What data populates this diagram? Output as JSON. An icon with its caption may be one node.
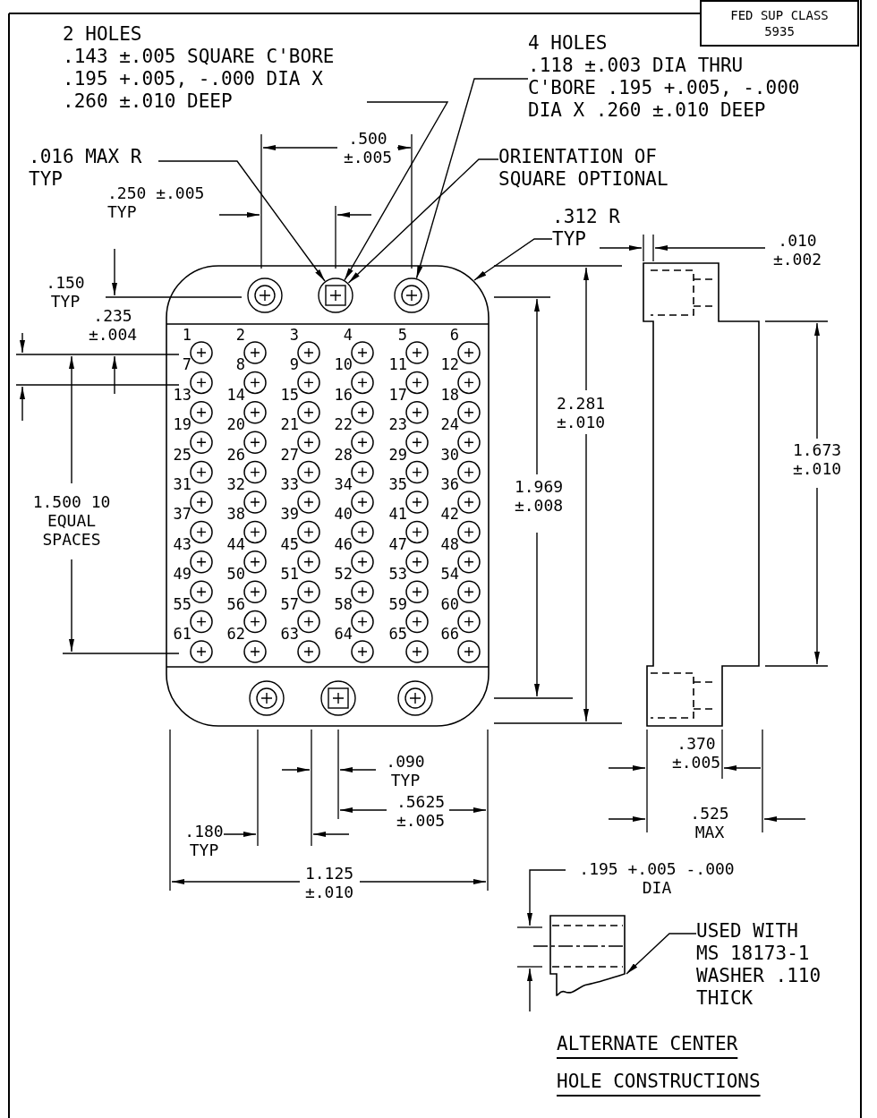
{
  "diagram": {
    "nodes": [
      {
        "text": [
          "FED SUP CLASS 5935"
        ]
      },
      {
        "text": [
          "2 HOLES",
          ".143 ±.005 SQUARE C'BORE .195 +.005, -.000 DIA X .260 ±.010 DEEP"
        ]
      },
      {
        "text": [
          "4 HOLES",
          ".118 ±.003 DIA THRU C'BORE .195 +.005, -.000 DIA X .260 ±.010 DEEP"
        ]
      },
      {
        "text": [
          ".016 MAX R TYP"
        ]
      },
      {
        "text": [
          "ORIENTATION OF SQUARE OPTIONAL"
        ]
      },
      {
        "text": [
          ".312 R TYP"
        ]
      },
      {
        "text": [],
        "shape": "box"
      },
      {
        "text": [],
        "shape": "circle",
        "in": 6
      },
      {
        "text": [],
        "shape": "circle",
        "in": 6
      },
      {
        "text": [
          "USED WITH MS 18173-1 WASHER .110 THICK"
        ]
      },
      {
        "text": [],
        "shape": "picture"
      }
    ],
    "edges": [
      {
        "from": 1,
        "to": 7,
        "arrow": "to"
      },
      {
        "from": 2,
        "to": 8,
        "arrow": "to"
      },
      {
        "from": 3,
        "to": 7,
        "arrow": "to"
      },
      {
        "from": 4,
        "to": 7,
        "arrow": "to"
      },
      {
        "from": 5,
        "to": 6,
        "arrow": "to"
      },
      {
        "from": 9,
        "to": 10,
        "arrow": "to"
      }
    ],
    "labels": [
      ".500 ±.005",
      ".250 ±.005 TYP",
      ".150 TYP",
      ".235 ±.004",
      "1",
      "2",
      "3",
      "4",
      "5",
      "6",
      "7",
      "8",
      "9",
      "10",
      "11",
      "12",
      "13",
      "14",
      "15",
      "16",
      "17",
      "18",
      "19",
      "20",
      "21",
      "22",
      "23",
      "24",
      "25",
      "26",
      "27",
      "28",
      "29",
      "30",
      "31",
      "32",
      "33",
      "34",
      "35",
      "36",
      "37",
      "38",
      "39",
      "40",
      "41",
      "42",
      "43",
      "44",
      "45",
      "46",
      "47",
      "48",
      "49",
      "50",
      "51",
      "52",
      "53",
      "54",
      "55",
      "56",
      "57",
      "58",
      "59",
      "60",
      "61",
      "62",
      "63",
      "64",
      "65",
      "66",
      "2.281 ±.010",
      ".010 ±.002",
      "1.673 ±.010",
      "1.969 ±.008",
      "1.500 10 EQUAL SPACES",
      ".090 TYP",
      ".370 ±.005",
      ".5625 ±.005",
      ".180 TYP",
      ".525 MAX",
      "1.125 ±.010",
      ".195 +.005 -.000 DIA",
      "ALTERNATE CENTER HOLE CONSTRUCTIONS"
    ]
  }
}
